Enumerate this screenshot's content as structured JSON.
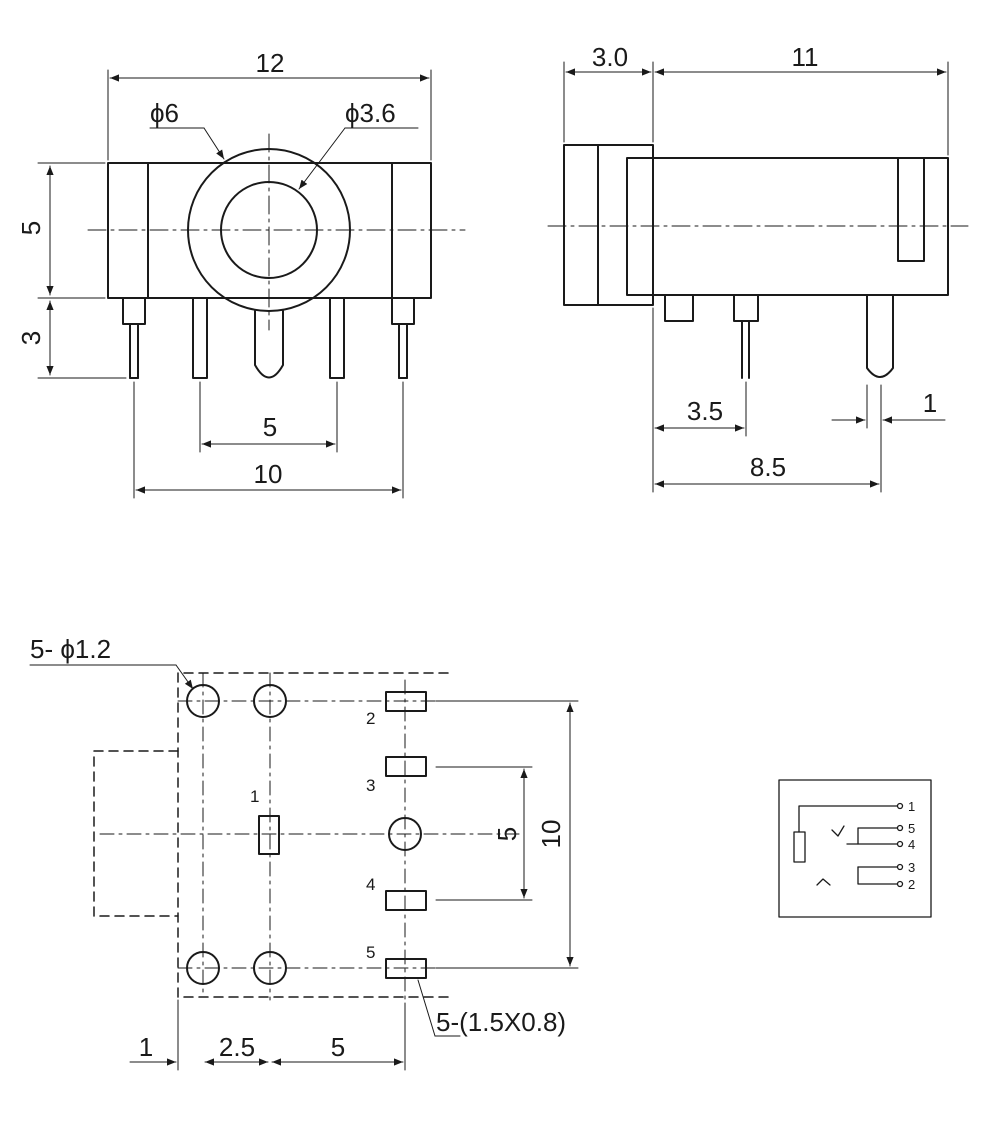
{
  "colors": {
    "ink": "#1a1a1a",
    "background": "#ffffff"
  },
  "front_view": {
    "width_label": "12",
    "outer_dia_label": "ϕ6",
    "inner_dia_label": "ϕ3.6",
    "height_label": "5",
    "pin_length_label": "3",
    "inner_pin_span_label": "5",
    "outer_pin_span_label": "10"
  },
  "side_view": {
    "flange_label": "3.0",
    "body_length_label": "11",
    "pin_offset_label": "3.5",
    "pin_width_label": "1",
    "rear_pin_offset_label": "8.5"
  },
  "footprint": {
    "holes_label": "5- ϕ1.2",
    "pad_numbers": [
      "1",
      "2",
      "3",
      "4",
      "5"
    ],
    "pads_label": "5-(1.5X0.8)",
    "span_inner_label": "5",
    "span_outer_label": "10",
    "bottom_labels": [
      "1",
      "2.5",
      "5"
    ]
  },
  "schematic": {
    "pin_labels": [
      "1",
      "5",
      "4",
      "3",
      "2"
    ]
  }
}
